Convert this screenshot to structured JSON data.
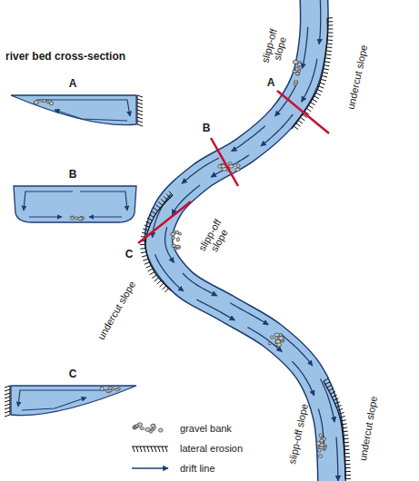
{
  "diagram": {
    "title": "river bed cross-section",
    "labels": [
      "A",
      "B",
      "C",
      "A",
      "slipp-off slope",
      "undercut slope",
      "B",
      "slipp-off slope",
      "C",
      "undercut slope",
      "slipp-off slope",
      "undercut slope"
    ],
    "legend": [
      {
        "text": "gravel bank"
      },
      {
        "text": "lateral erosion"
      },
      {
        "text": "drift line"
      }
    ]
  }
}
